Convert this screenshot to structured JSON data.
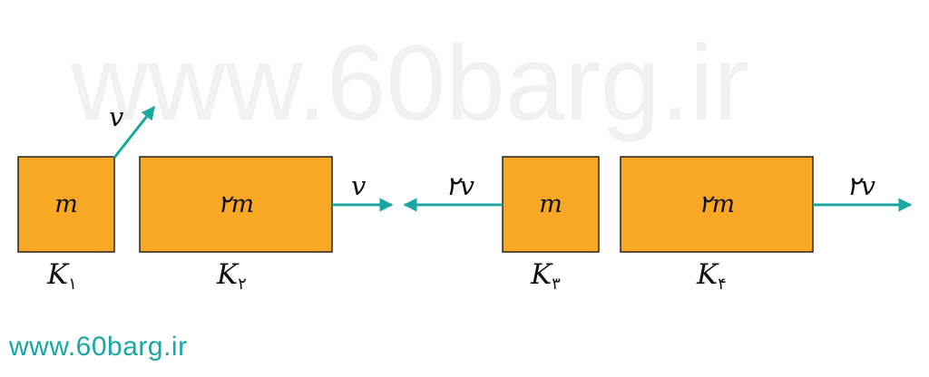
{
  "watermark": "www.60barg.ir",
  "footer_url": "www.60barg.ir",
  "colors": {
    "block_fill": "#f9a825",
    "arrow": "#19a7a2",
    "watermark": "#f1f1f1"
  },
  "blocks": [
    {
      "mass": "m",
      "label": "K",
      "subscript": "۱"
    },
    {
      "mass": "۲m",
      "label": "K",
      "subscript": "۲"
    },
    {
      "mass": "m",
      "label": "K",
      "subscript": "۳"
    },
    {
      "mass": "۲m",
      "label": "K",
      "subscript": "۴"
    }
  ],
  "velocities": [
    {
      "text": "v",
      "direction": "up-right"
    },
    {
      "text": "v",
      "direction": "right"
    },
    {
      "text": "۲v",
      "direction": "left"
    },
    {
      "text": "۲v",
      "direction": "right"
    }
  ]
}
